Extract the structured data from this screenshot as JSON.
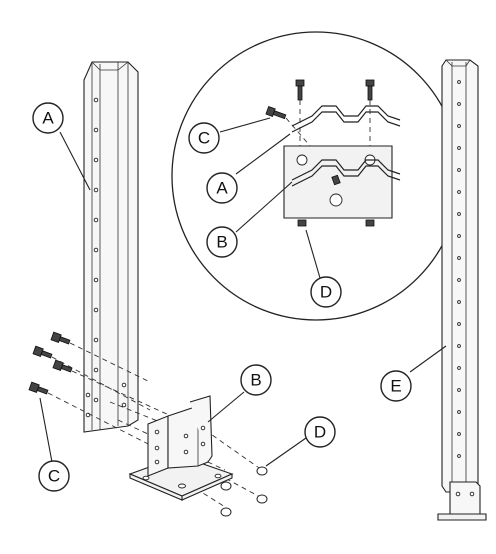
{
  "callouts": {
    "left_post": "A",
    "detail_bolt": "C",
    "detail_upper_bracket": "A",
    "detail_lower_bracket": "B",
    "detail_nut": "D",
    "base_bracket": "B",
    "base_nut": "D",
    "base_bolt": "C",
    "right_post": "E"
  }
}
